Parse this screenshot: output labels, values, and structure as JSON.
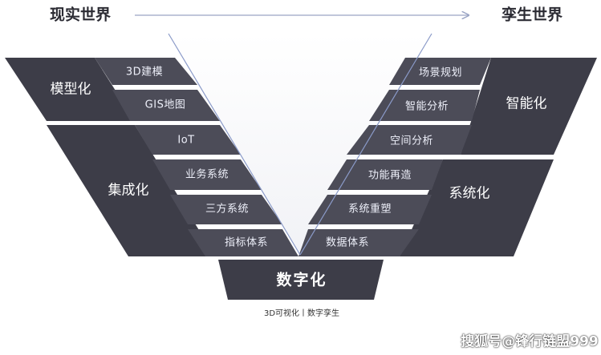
{
  "header": {
    "left": "现实世界",
    "right": "孪生世界"
  },
  "left_groups": [
    {
      "label": "模型化",
      "items": [
        "3D建模",
        "GIS地图"
      ]
    },
    {
      "label": "集成化",
      "items": [
        "IoT",
        "业务系统",
        "三方系统",
        "指标体系"
      ]
    }
  ],
  "right_groups": [
    {
      "label": "智能化",
      "items": [
        "场景规划",
        "智能分析",
        "空间分析"
      ]
    },
    {
      "label": "系统化",
      "items": [
        "功能再造",
        "系统重塑",
        "数据体系"
      ]
    }
  ],
  "bottom": {
    "label": "数字化",
    "caption": "3D可视化丨数字孪生"
  },
  "watermark": "搜狐号@锋行链盟999",
  "colors": {
    "panel_dark": "#3d3d48",
    "panel_mid": "#4c4c58",
    "accent_line": "#8a9ac8",
    "text_dark": "#2b2b33"
  }
}
